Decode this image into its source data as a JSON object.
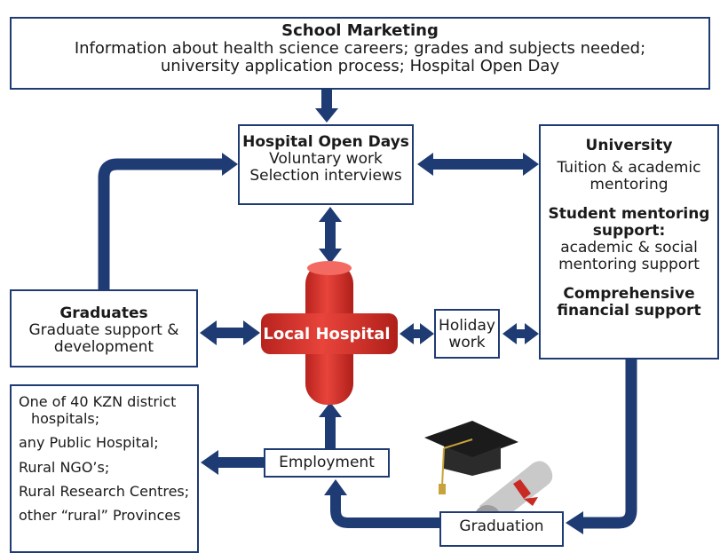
{
  "school": {
    "title": "School Marketing",
    "line1": "Information about health science careers; grades and subjects needed;",
    "line2": "university application process; Hospital Open Day"
  },
  "open_days": {
    "title": "Hospital Open Days",
    "line1": "Voluntary work",
    "line2": "Selection interviews"
  },
  "university": {
    "title": "University",
    "tuition1": "Tuition & academic",
    "tuition2": "mentoring",
    "mentor_title1": "Student mentoring",
    "mentor_title2": "support:",
    "mentor1": "academic & social",
    "mentor2": "mentoring support",
    "fin1": "Comprehensive",
    "fin2": "financial support"
  },
  "graduates": {
    "title": "Graduates",
    "line1": "Graduate support &",
    "line2": "development"
  },
  "local_hospital": "Local Hospital",
  "holiday": {
    "line1": "Holiday",
    "line2": "work"
  },
  "employment": "Employment",
  "graduation": "Graduation",
  "destinations": {
    "item1a": "One of 40 KZN district",
    "item1b": "hospitals;",
    "item2": "any Public Hospital;",
    "item3": "Rural NGO’s;",
    "item4": "Rural Research Centres;",
    "item5": "other “rural” Provinces"
  },
  "colors": {
    "arrow": "#1f3b73",
    "cross": "#d9322b",
    "border": "#1f3b73"
  }
}
